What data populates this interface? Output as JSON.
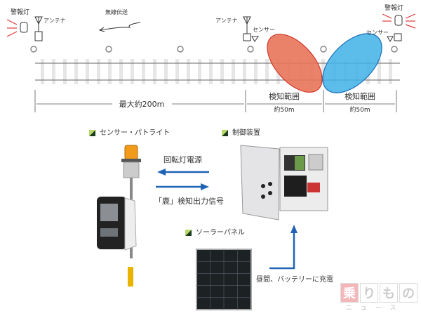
{
  "top_diagram": {
    "left_lamp_label": "警報灯",
    "left_antenna_label": "アンテナ",
    "wireless_label": "無線伝送",
    "right_antenna_label": "アンテナ",
    "sensor_label_1": "センサー",
    "sensor_label_2": "センサー",
    "right_lamp_label": "警報灯",
    "max_distance_label": "最大約200m",
    "detection_range_1": {
      "title": "検知範囲",
      "distance": "約50m"
    },
    "detection_range_2": {
      "title": "検知範囲",
      "distance": "約50m"
    },
    "colors": {
      "zone_red": "#e8745a",
      "zone_blue": "#3fb2e8",
      "lamp_rays": "#e03a3a"
    }
  },
  "components": {
    "sensor_patlite_label": "センサー・パトライト",
    "controller_label": "制御装置",
    "solar_panel_label": "ソーラーパネル",
    "power_label": "回転灯電源",
    "signal_label": "「鹿」検知出力信号",
    "charge_label": "昼間、バッテリーに充電",
    "arrow_color": "#1f63b4"
  },
  "logo": {
    "main": "乗りもの",
    "sub": "ニュース"
  }
}
